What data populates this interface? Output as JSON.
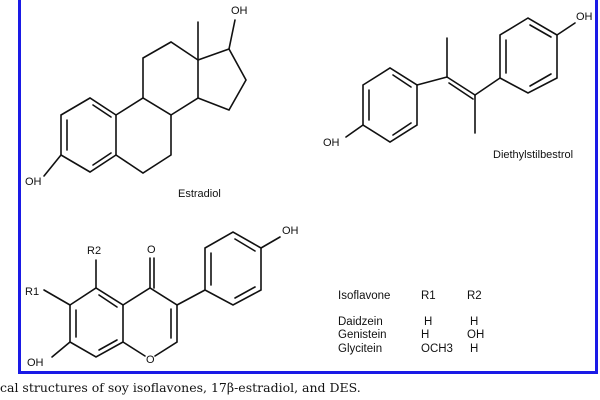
{
  "estradiol": {
    "name": "Estradiol",
    "oh_top": "OH",
    "oh_left": "OH"
  },
  "des": {
    "name": "Diethylstilbestrol",
    "oh_left": "OH",
    "oh_right": "OH"
  },
  "isoflavone_structure": {
    "r1": "R1",
    "r2": "R2",
    "oxo": "O",
    "ring_o": "O",
    "oh_left": "OH",
    "oh_right": "OH"
  },
  "table": {
    "headers": [
      "Isoflavone",
      "R1",
      "R2"
    ],
    "rows": [
      [
        "Daidzein",
        "H",
        "H"
      ],
      [
        "Genistein",
        "H",
        "OH"
      ],
      [
        "Glycitein",
        "OCH3",
        "H"
      ]
    ]
  },
  "caption": "cal structures of soy isoflavones, 17β-estradiol, and DES.",
  "colors": {
    "frame": "#1a1ae6",
    "ink": "#111111"
  }
}
